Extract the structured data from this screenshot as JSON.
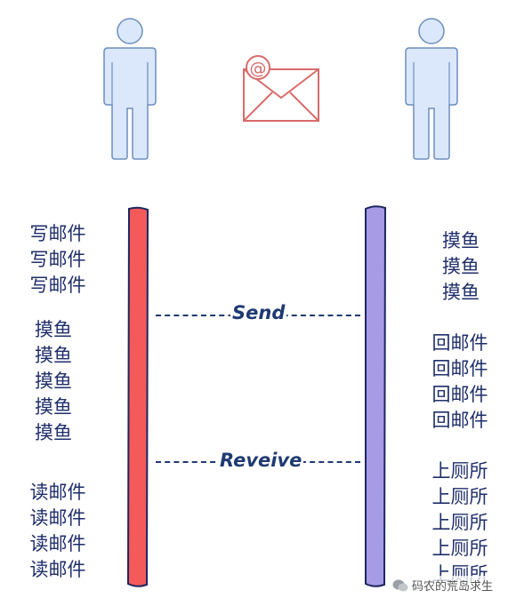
{
  "colors": {
    "left_bar": "#f45a5a",
    "right_bar": "#a79be6",
    "person": "#dbe8fb",
    "person_stroke": "#6c8ebf",
    "envelope": "#d96b6b"
  },
  "left_column": {
    "group1": [
      "写邮件",
      "写邮件",
      "写邮件"
    ],
    "group2": [
      "摸鱼",
      "摸鱼",
      "摸鱼",
      "摸鱼",
      "摸鱼"
    ],
    "group3": [
      "读邮件",
      "读邮件",
      "读邮件",
      "读邮件"
    ]
  },
  "right_column": {
    "group1": [
      "摸鱼",
      "摸鱼",
      "摸鱼"
    ],
    "group2": [
      "回邮件",
      "回邮件",
      "回邮件",
      "回邮件"
    ],
    "group3": [
      "上厕所",
      "上厕所",
      "上厕所",
      "上厕所",
      "上厕所"
    ]
  },
  "messages": {
    "send": "Send",
    "receive": "Reveive"
  },
  "watermark": "码农的荒岛求生"
}
